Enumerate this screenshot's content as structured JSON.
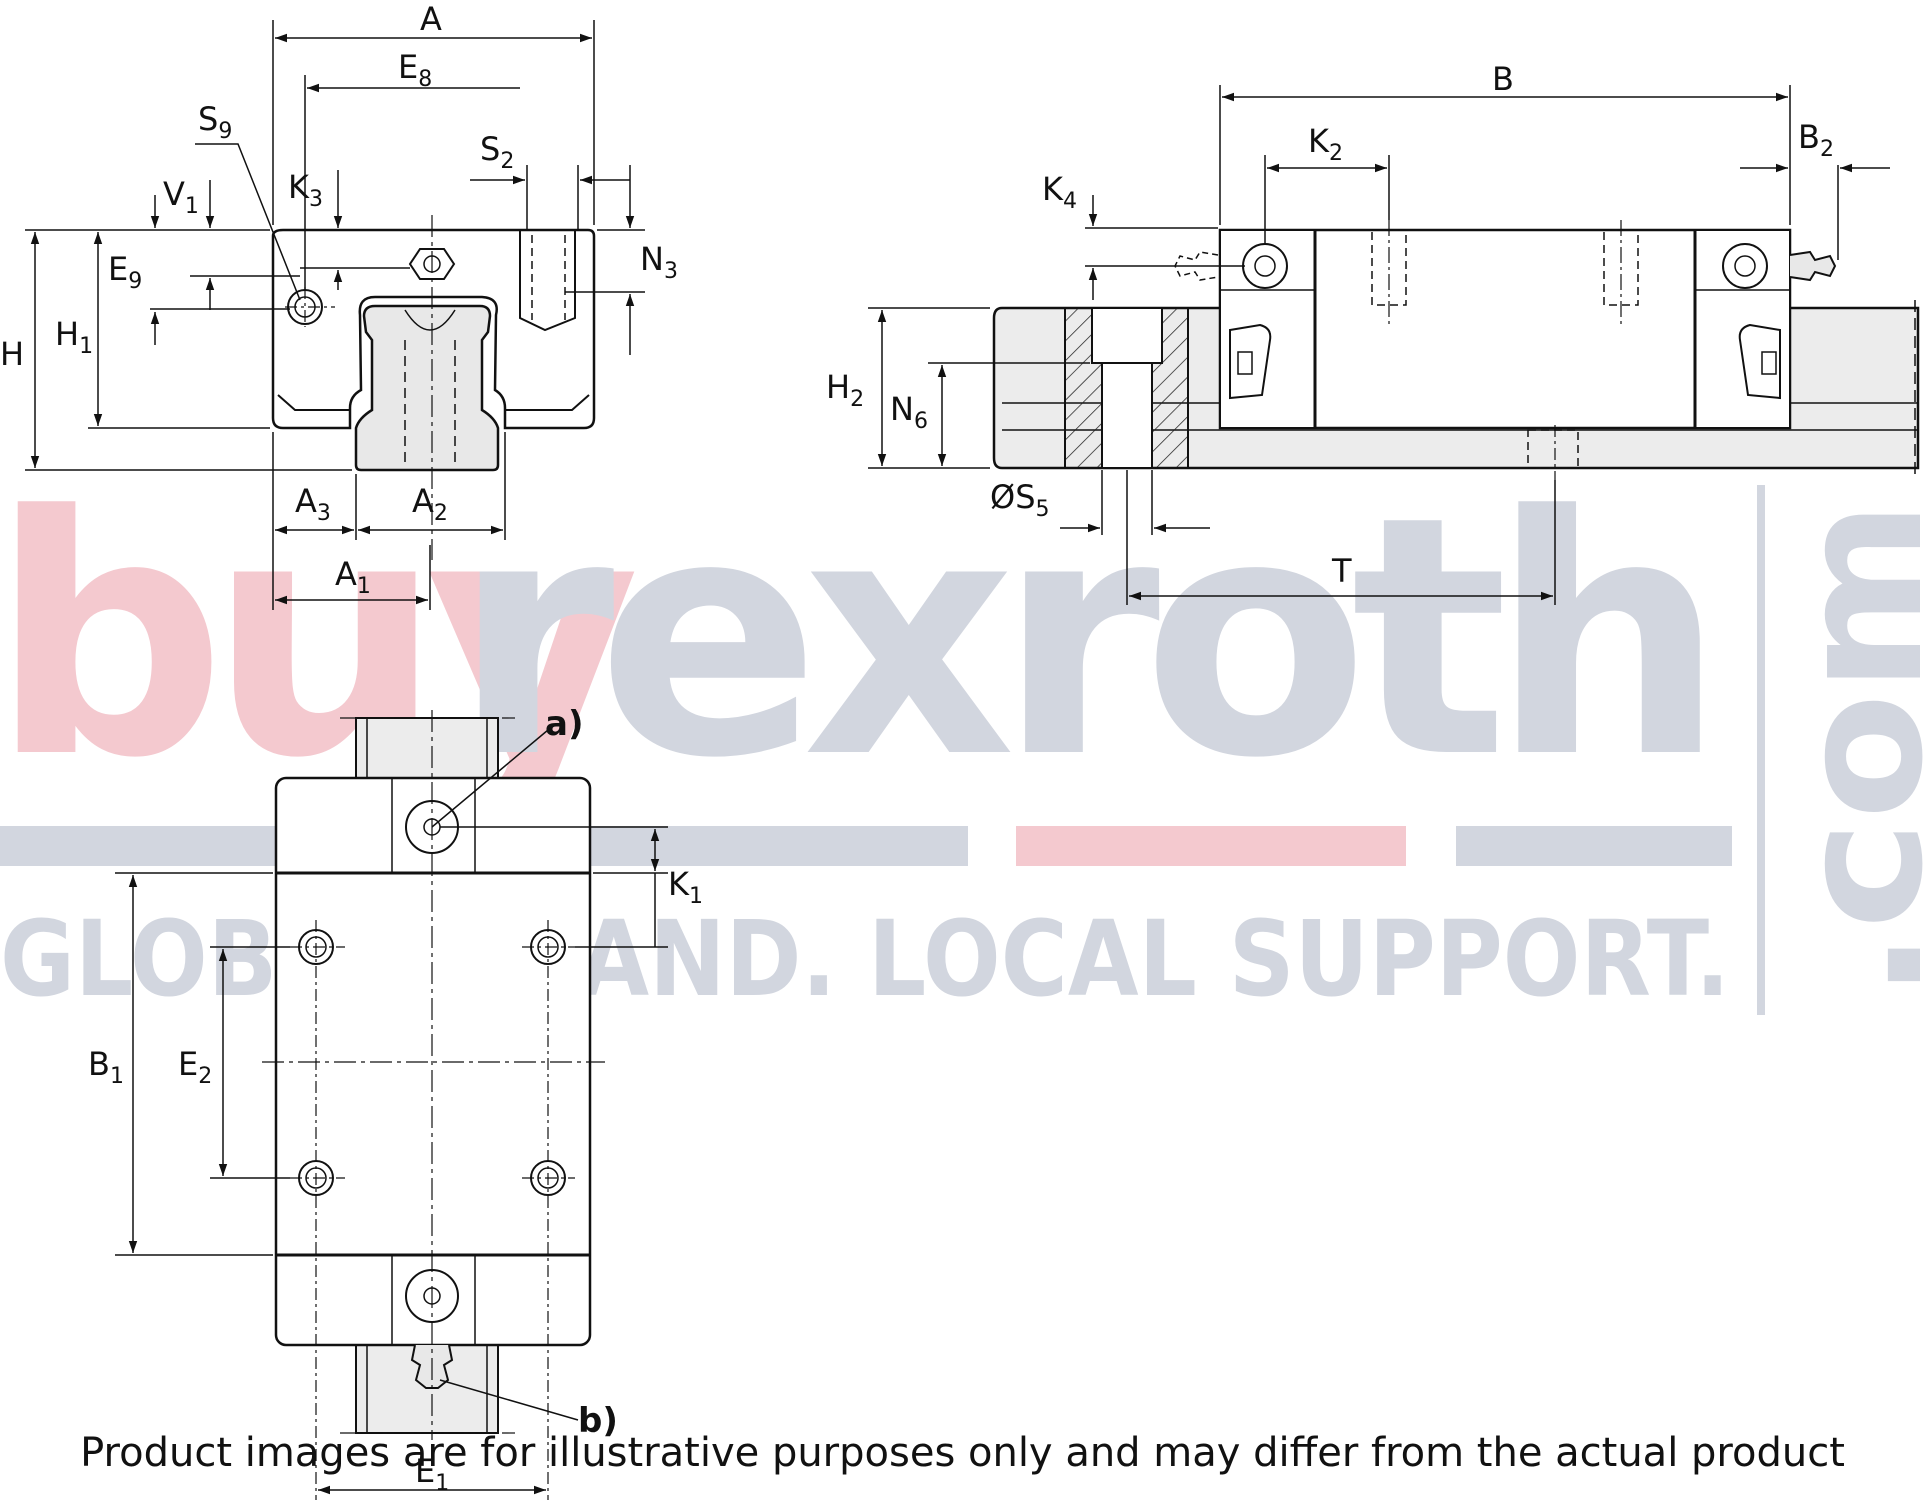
{
  "dimensions": {
    "front_view": {
      "A": {
        "main": "A",
        "sub": ""
      },
      "E8": {
        "main": "E",
        "sub": "8"
      },
      "S9": {
        "main": "S",
        "sub": "9"
      },
      "S2": {
        "main": "S",
        "sub": "2"
      },
      "V1": {
        "main": "V",
        "sub": "1"
      },
      "K3": {
        "main": "K",
        "sub": "3"
      },
      "N3": {
        "main": "N",
        "sub": "3"
      },
      "E9": {
        "main": "E",
        "sub": "9"
      },
      "H": {
        "main": "H",
        "sub": ""
      },
      "H1": {
        "main": "H",
        "sub": "1"
      },
      "A3": {
        "main": "A",
        "sub": "3"
      },
      "A2": {
        "main": "A",
        "sub": "2"
      },
      "A1": {
        "main": "A",
        "sub": "1"
      }
    },
    "side_view": {
      "B": {
        "main": "B",
        "sub": ""
      },
      "K2": {
        "main": "K",
        "sub": "2"
      },
      "B2": {
        "main": "B",
        "sub": "2"
      },
      "K4": {
        "main": "K",
        "sub": "4"
      },
      "H2": {
        "main": "H",
        "sub": "2"
      },
      "N6": {
        "main": "N",
        "sub": "6"
      },
      "S5": {
        "main": "ØS",
        "sub": "5"
      },
      "T": {
        "main": "T",
        "sub": ""
      }
    },
    "top_view": {
      "K1": {
        "main": "K",
        "sub": "1"
      },
      "B1": {
        "main": "B",
        "sub": "1"
      },
      "E2": {
        "main": "E",
        "sub": "2"
      },
      "E1": {
        "main": "E",
        "sub": "1"
      }
    }
  },
  "callouts": {
    "a": "a)",
    "b": "b)"
  },
  "watermark": {
    "brand_part1": "buy",
    "brand_part2": "rexroth",
    "tld": ".com",
    "tagline": "GLOBAL BRAND. LOCAL SUPPORT.",
    "color_red": "#f4c9cf",
    "color_gray": "#d2d6df"
  },
  "disclaimer": "Product images are for illustrative purposes only and may differ from the actual product"
}
